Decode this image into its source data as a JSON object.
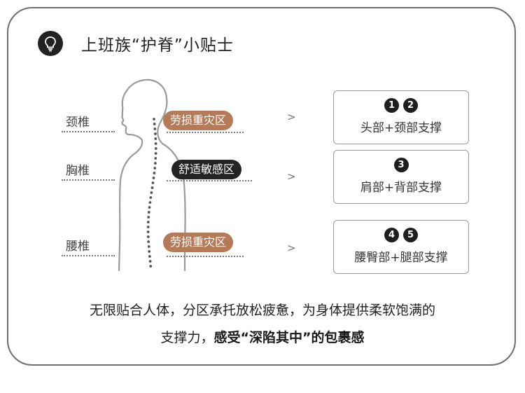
{
  "title": "上班族“护脊”小贴士",
  "colors": {
    "warn_zone": "#b57a58",
    "comfort_zone": "#242424",
    "frame": "#6f6f6f"
  },
  "header_icon": "lightbulb-icon",
  "rows": [
    {
      "vertebra": "颈椎",
      "zone": "劳损重灾区",
      "arrow": ">",
      "nums": [
        "1",
        "2"
      ],
      "support": "头部+颈部支撑"
    },
    {
      "vertebra": "胸椎",
      "zone": "舒适敏感区",
      "arrow": ">",
      "nums": [
        "3"
      ],
      "support": "肩部+背部支撑"
    },
    {
      "vertebra": "腰椎",
      "zone": "劳损重灾区",
      "arrow": ">",
      "nums": [
        "4",
        "5"
      ],
      "support": "腰臀部+腿部支撑"
    }
  ],
  "description": {
    "line1": "无限贴合人体，分区承托放松疲惫，为身体提供柔软饱满的",
    "line2_plain": "支撑力，",
    "line2_bold": "感受“深陷其中”的包裹感"
  }
}
